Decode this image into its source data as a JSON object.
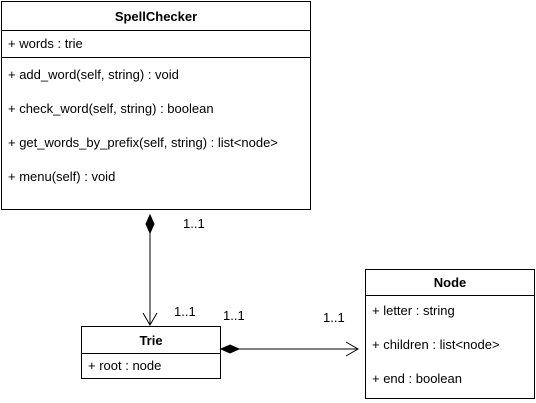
{
  "diagram": {
    "spellchecker": {
      "name": "SpellChecker",
      "attributes": [
        "+ words : trie"
      ],
      "methods": [
        "+ add_word(self, string) : void",
        "+ check_word(self, string) : boolean",
        "+ get_words_by_prefix(self, string) : list<node>",
        "+ menu(self) : void"
      ]
    },
    "trie": {
      "name": "Trie",
      "attributes": [
        "+ root : node"
      ]
    },
    "node": {
      "name": "Node",
      "attributes": [
        "+ letter : string",
        "+ children : list<node>",
        "+ end : boolean"
      ]
    },
    "associations": [
      {
        "from": "SpellChecker",
        "to": "Trie",
        "kind": "composition",
        "source_multiplicity": "1..1",
        "target_multiplicity": "1..1"
      },
      {
        "from": "Trie",
        "to": "Node",
        "kind": "composition",
        "source_multiplicity": "1..1",
        "target_multiplicity": "1..1"
      }
    ],
    "colors": {
      "line": "#000000",
      "background": "#ffffff"
    }
  }
}
